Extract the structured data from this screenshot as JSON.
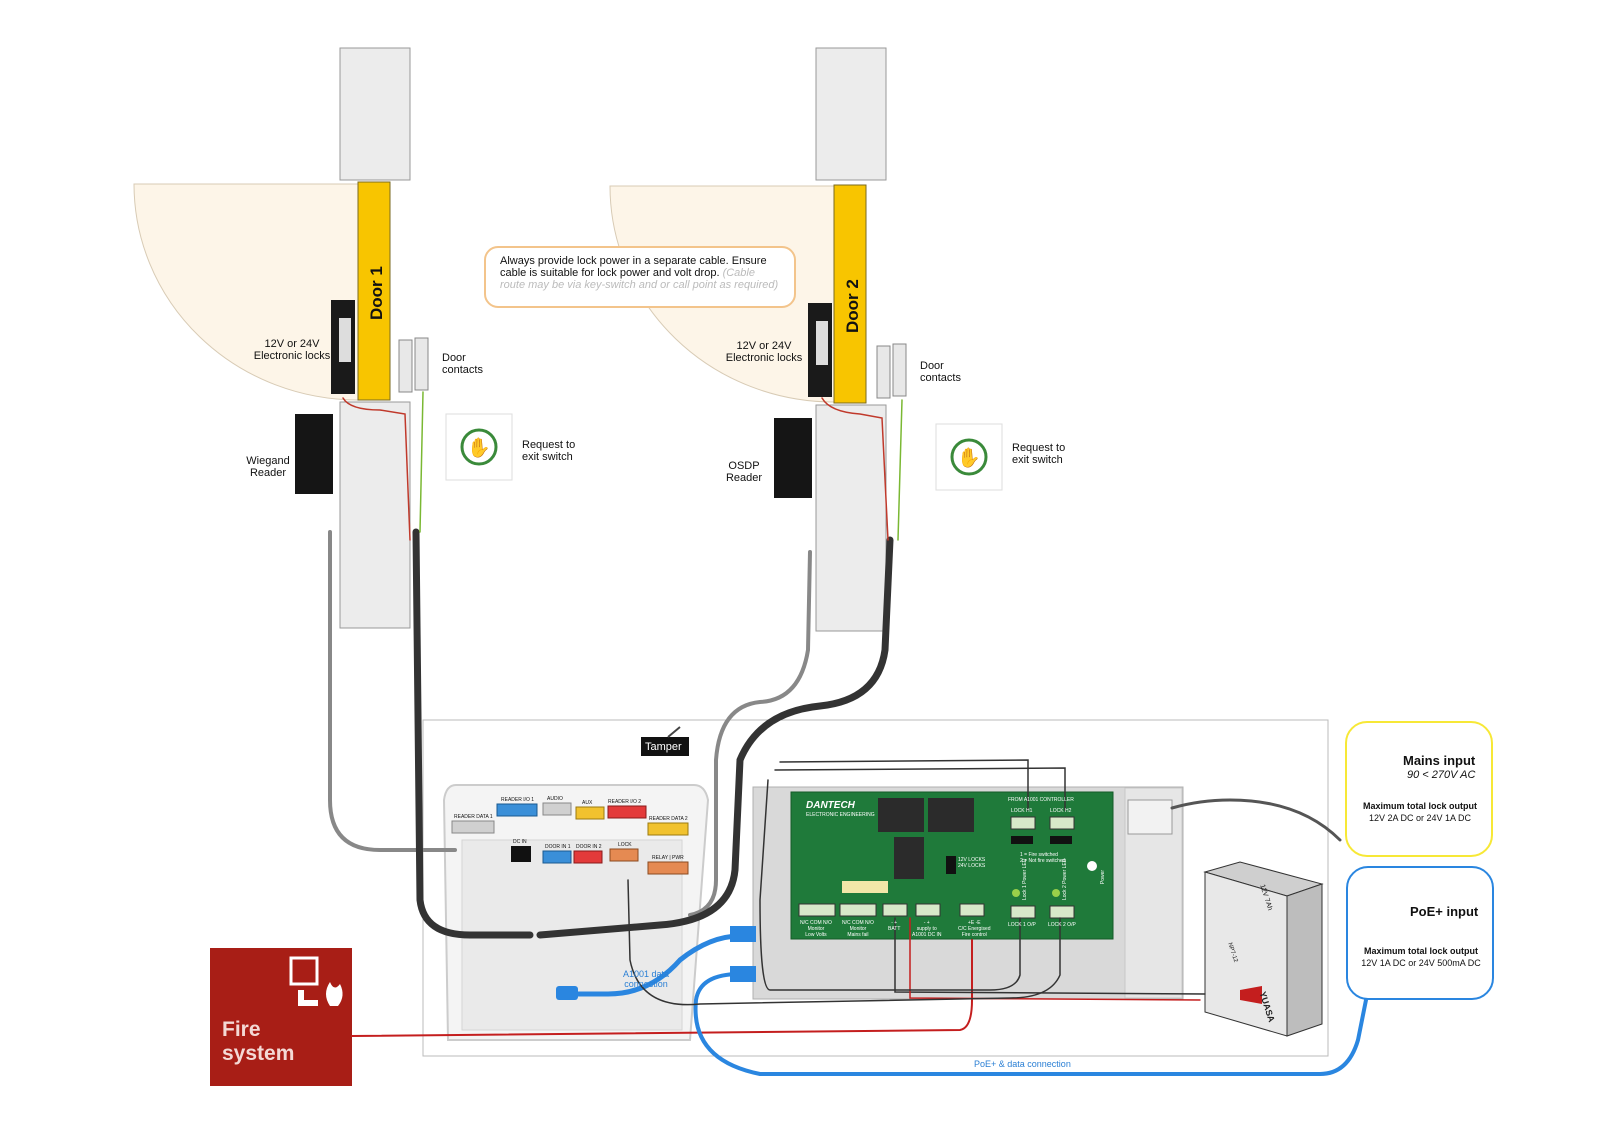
{
  "doors": [
    {
      "label": "Door 1",
      "lock_label": "12V or 24V\nElectronic locks",
      "contact_label": "Door\ncontacts",
      "reader_label": "Wiegand\nReader",
      "rte_label": "Request to\nexit switch"
    },
    {
      "label": "Door 2",
      "lock_label": "12V or 24V\nElectronic locks",
      "contact_label": "Door\ncontacts",
      "reader_label": "OSDP\nReader",
      "rte_label": "Request to\nexit switch"
    }
  ],
  "note": {
    "text": "Always provide lock power in a separate cable. Ensure cable is suitable for lock power and volt drop.",
    "muted": "(Cable route may be via key-switch and or call point as required)"
  },
  "controller": {
    "tamper": "Tamper",
    "terminals": [
      "READER DATA 1",
      "READER I/O 1",
      "AUDIO",
      "AUX",
      "READER I/O 2",
      "READER DATA 2",
      "DC IN",
      "DOOR IN 1",
      "DOOR IN 2",
      "LOCK",
      "RELAY | PWR"
    ],
    "data_connection": "A1001 data\nconnection"
  },
  "psu": {
    "brand": "DANTECH",
    "brand_sub": "ELECTRONIC ENGINEERING",
    "header": "FROM A1001 CONTROLLER",
    "lock_headers": [
      "LOCK H1",
      "LOCK H2"
    ],
    "jumper_note": "1 = Fire switched\n2 = Not fire switched",
    "lock_select": "12V LOCKS\n24V LOCKS",
    "power": "Power",
    "bottom_terminals": [
      "N/C COM N/O\nMonitor\nLow Volts",
      "N/C COM N/O\nMonitor\nMains fail",
      "- +\nBATT",
      "- +\nsupply to\nA1001 DC IN",
      "+E -E\nC/C Energised\nFire control",
      "LOCK 1 O/P",
      "LOCK 2 O/P"
    ],
    "led_labels": [
      "Lock 1 Power LED",
      "Lock 2 Power LED"
    ]
  },
  "mains": {
    "title": "Mains input",
    "sub": "90 < 270V AC",
    "out_title": "Maximum total lock output",
    "out": "12V 2A DC or 24V 1A DC"
  },
  "poe": {
    "title": "PoE+ input",
    "out_title": "Maximum total lock output",
    "out": "12V 1A DC or 24V 500mA DC"
  },
  "battery": {
    "label": "12V 7Ah",
    "brand": "YUASA",
    "model": "NP7-12"
  },
  "fire": {
    "text": "Fire\nsystem"
  },
  "poe_cable": "PoE+ & data connection",
  "colors": {
    "door": "#f8c500",
    "swing": "#fdf5e8",
    "fire": "#a81e16",
    "psu_board": "#1f7a3a",
    "blue_cable": "#2a86e0",
    "note_border": "#f3c48b",
    "mains_border": "#f7e836",
    "poe_border": "#2a86e0"
  }
}
